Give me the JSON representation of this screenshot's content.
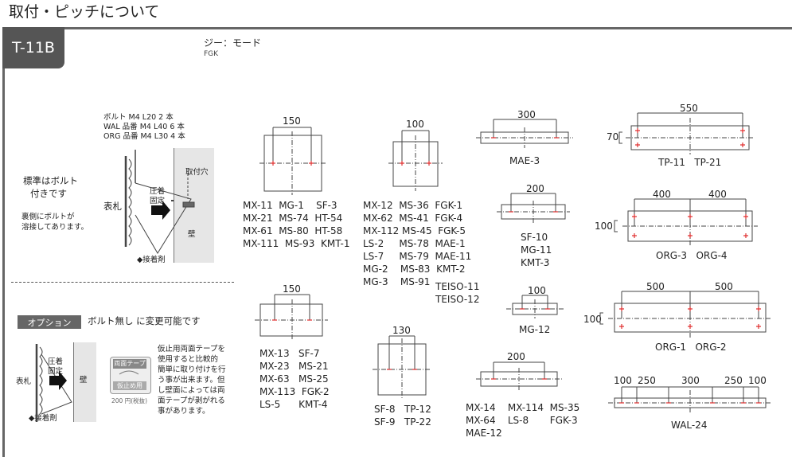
{
  "title": "取付・ピッチについて",
  "badge": "T-11B",
  "tag": {
    "main": "ジー：モード",
    "sub": "FGK"
  },
  "bolt_notes": [
    "ボルト M4 L20 2 本",
    "WAL 品番 M4 L40 6 本",
    "ORG 品番 M4 L30 4 本"
  ],
  "standard": {
    "line1": "標準はボルト",
    "line2": "付きです",
    "note1": "裏側にボルトが",
    "note2": "溶接してあります。",
    "hyosatsu": "表札",
    "pressure1": "圧着",
    "pressure2": "固定",
    "hole": "取付穴",
    "wall": "壁",
    "adhesive": "◆接着剤"
  },
  "option": {
    "badge": "オプション",
    "text": "ボルト無し に変更可能です",
    "hyosatsu": "表札",
    "pressure1": "圧着",
    "pressure2": "固定",
    "wall": "壁",
    "adhesive": "◆接着剤",
    "tape_label": "両面テープ",
    "stop_label": "仮止め用",
    "price": "200 円(税抜)",
    "desc": [
      "仮止用両面テープを",
      "使用すると比較的",
      "簡単に取り付けを行",
      "う事が出来ます。但",
      "し壁面によっては両",
      "面テープが剥がれる",
      "事があります。"
    ]
  },
  "pitches": {
    "p150a": {
      "dim": "150",
      "models": [
        "MX-11  MG-1    SF-3",
        "MX-21  MS-74  HT-54",
        "MX-61  MS-80  HT-58",
        "MX-111  MS-93  KMT-1"
      ]
    },
    "p100a": {
      "dim": "100",
      "models": [
        "MX-12  MS-36  FGK-1",
        "MX-62  MS-41  FGK-4",
        "MX-112 MS-45  FGK-5",
        "LS-2     MS-78  MAE-1",
        "LS-7     MS-79  MAE-11",
        "MG-2    MS-83  KMT-2",
        "MG-3    MS-91"
      ],
      "extra": [
        "TEISO-11",
        "TEISO-12"
      ]
    },
    "p300": {
      "dim": "300",
      "models": [
        "MAE-3"
      ]
    },
    "p200a": {
      "dim": "200",
      "models": [
        "SF-10",
        "MG-11",
        "KMT-3"
      ]
    },
    "p100b": {
      "dim": "100",
      "models": [
        "MG-12"
      ]
    },
    "p150b": {
      "dim": "150",
      "models": [
        "MX-13   SF-7",
        "MX-23   MS-21",
        "MX-63   MS-25",
        "MX-113  FGK-2",
        "LS-5      KMT-4"
      ]
    },
    "p130": {
      "dim": "130",
      "models": [
        "SF-8   TP-12",
        "SF-9   TP-22"
      ]
    },
    "p200b": {
      "dim": "200",
      "models": [
        "MX-14    MX-114  MS-35",
        "MX-64    LS-8       FGK-3",
        "MAE-12"
      ]
    },
    "p550": {
      "dim": "550",
      "height": "70",
      "models": [
        "TP-11   TP-21"
      ]
    },
    "p400": {
      "dims": [
        "400",
        "400"
      ],
      "height": "100",
      "models": [
        "ORG-3   ORG-4"
      ]
    },
    "p500": {
      "dims": [
        "500",
        "500"
      ],
      "height": "100",
      "models": [
        "ORG-1   ORG-2"
      ]
    },
    "wal": {
      "dims": [
        "100",
        "250",
        "300",
        "250",
        "100"
      ],
      "models": [
        "WAL-24"
      ]
    }
  }
}
